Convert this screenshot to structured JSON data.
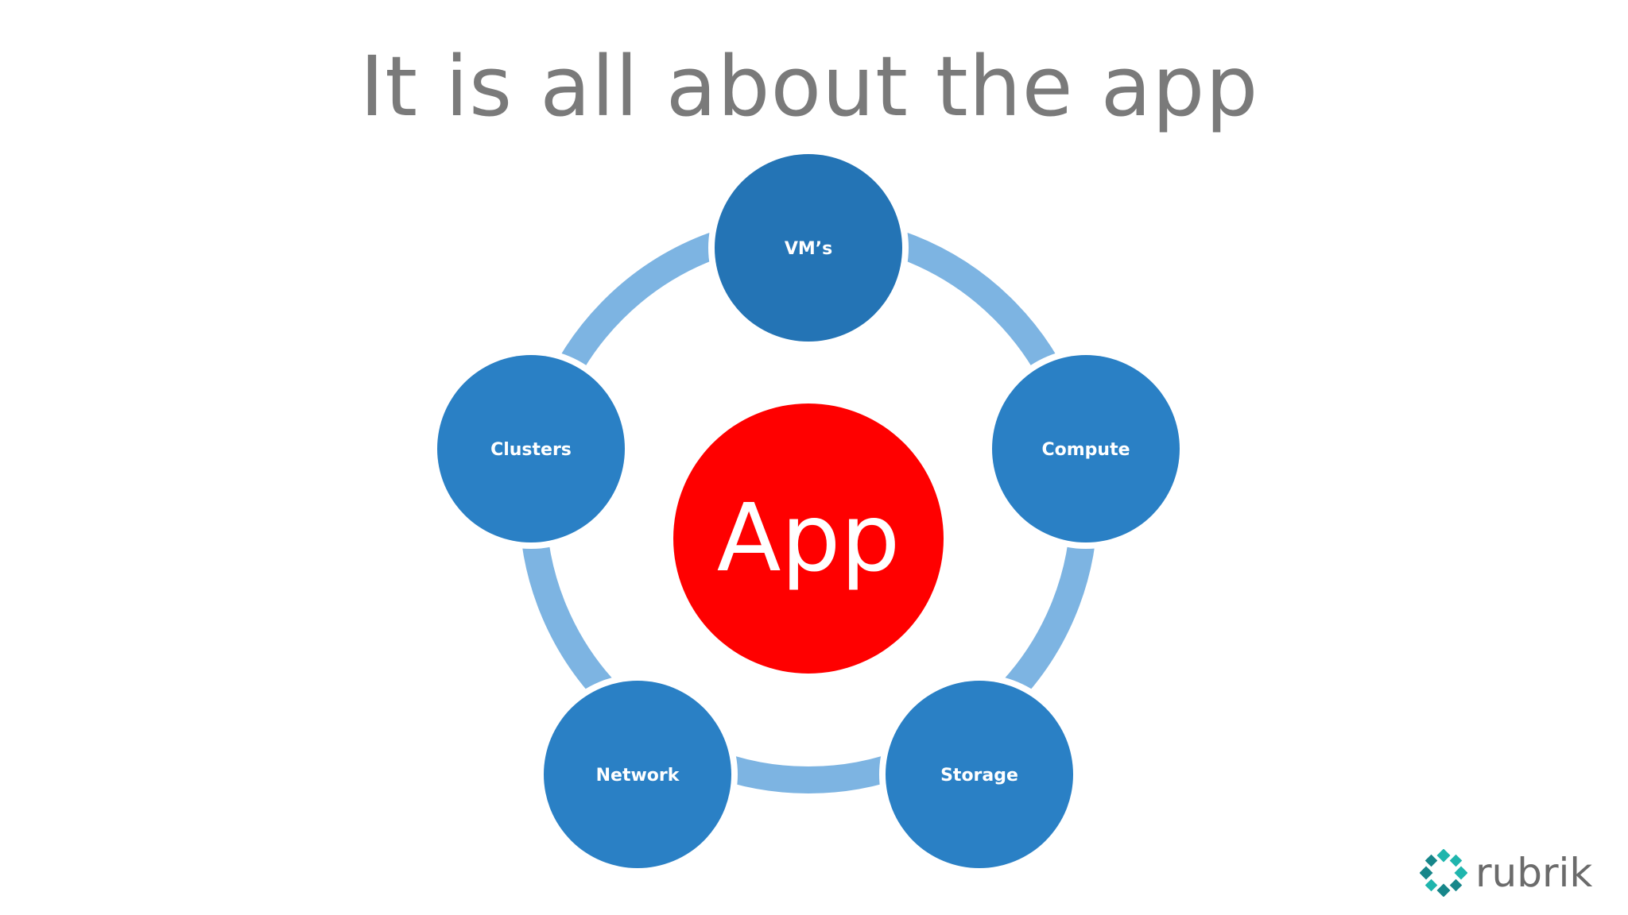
{
  "slide": {
    "title": "It is all about the app"
  },
  "diagram": {
    "center": {
      "label": "App",
      "color": "#ff0000"
    },
    "nodes": [
      {
        "id": "vms",
        "label": "VM’s",
        "color": "#2474b5"
      },
      {
        "id": "compute",
        "label": "Compute",
        "color": "#2a80c5"
      },
      {
        "id": "storage",
        "label": "Storage",
        "color": "#2a80c5"
      },
      {
        "id": "network",
        "label": "Network",
        "color": "#2a80c5"
      },
      {
        "id": "clusters",
        "label": "Clusters",
        "color": "#2a80c5"
      }
    ],
    "ring_color": "#7db4e2"
  },
  "logo": {
    "text": "rubrik",
    "icon": "rubrik-logo-icon",
    "colors": [
      "#1fb5ad",
      "#17868a"
    ]
  }
}
